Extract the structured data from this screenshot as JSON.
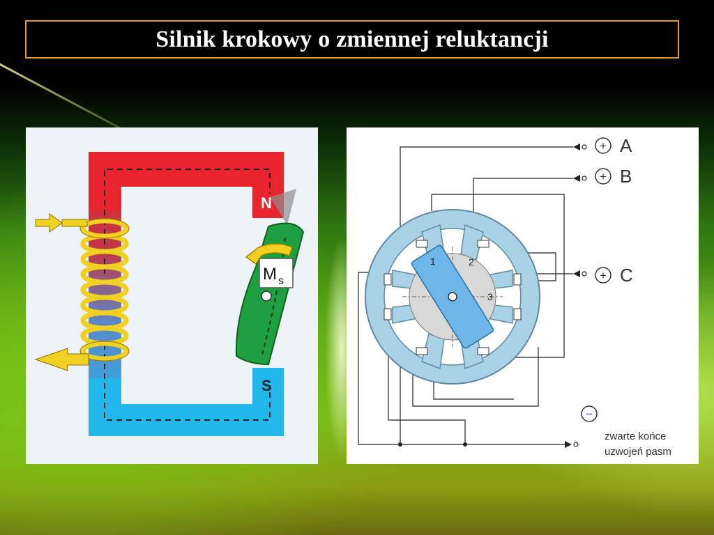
{
  "slide": {
    "title": "Silnik krokowy o zmiennej reluktancji"
  },
  "left_diagram": {
    "pole_north": "N",
    "pole_south": "S",
    "torque_label_main": "M",
    "torque_label_sub": "s"
  },
  "right_diagram": {
    "phase_a": "A",
    "phase_b": "B",
    "phase_c": "C",
    "plus_symbol": "+",
    "minus_symbol": "−",
    "rotor_tooth_1": "1",
    "rotor_tooth_2": "2",
    "rotor_tooth_3": "3",
    "common_note_line1": "zwarte końce",
    "common_note_line2": "uzwojeń pasm"
  },
  "colors": {
    "title_border": "#e0a020",
    "yoke_top": "#e8242c",
    "yoke_bottom": "#28b4e8",
    "coil": "#f0d020",
    "armature": "#1fa040",
    "stator": "#a9d2e6",
    "rotor": "#6cb6e8"
  }
}
